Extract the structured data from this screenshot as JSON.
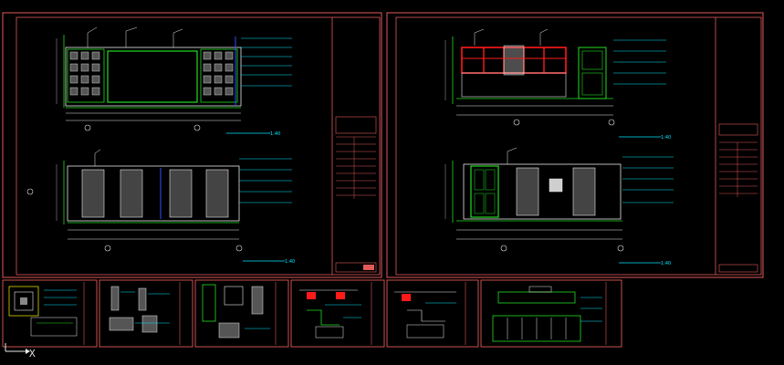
{
  "app": {
    "view": "cad-model-space",
    "ucs_axis_label": "X"
  },
  "colors": {
    "background": "#000000",
    "frame": "#e05a5a",
    "cyan": "#00e5ff",
    "green": "#22dd22",
    "red": "#ff1a1a",
    "white": "#e8e8e8",
    "yellow": "#d8d800",
    "blue": "#3050ff",
    "dim_gray": "#8a8a8a"
  },
  "sheets": [
    {
      "id": "sheet-1",
      "kind": "large",
      "elevations": [
        {
          "scale_label": "1:40",
          "style": "shelf-wall"
        },
        {
          "scale_label": "1:40",
          "style": "panel-wall"
        }
      ]
    },
    {
      "id": "sheet-2",
      "kind": "large",
      "elevations": [
        {
          "scale_label": "1:40",
          "style": "red-cabinet"
        },
        {
          "scale_label": "1:40",
          "style": "door-wall"
        }
      ]
    }
  ],
  "detail_sheets": [
    {
      "id": "detail-1"
    },
    {
      "id": "detail-2"
    },
    {
      "id": "detail-3"
    },
    {
      "id": "detail-4"
    },
    {
      "id": "detail-5"
    },
    {
      "id": "detail-6"
    }
  ]
}
